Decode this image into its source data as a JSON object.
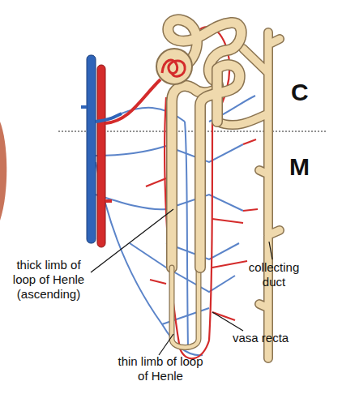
{
  "diagram": {
    "labels": [
      "C",
      "M",
      "thick limb of loop of Henle (ascending)",
      "collecting duct",
      "vasa recta",
      "thin limb of loop of Henle"
    ]
  }
}
